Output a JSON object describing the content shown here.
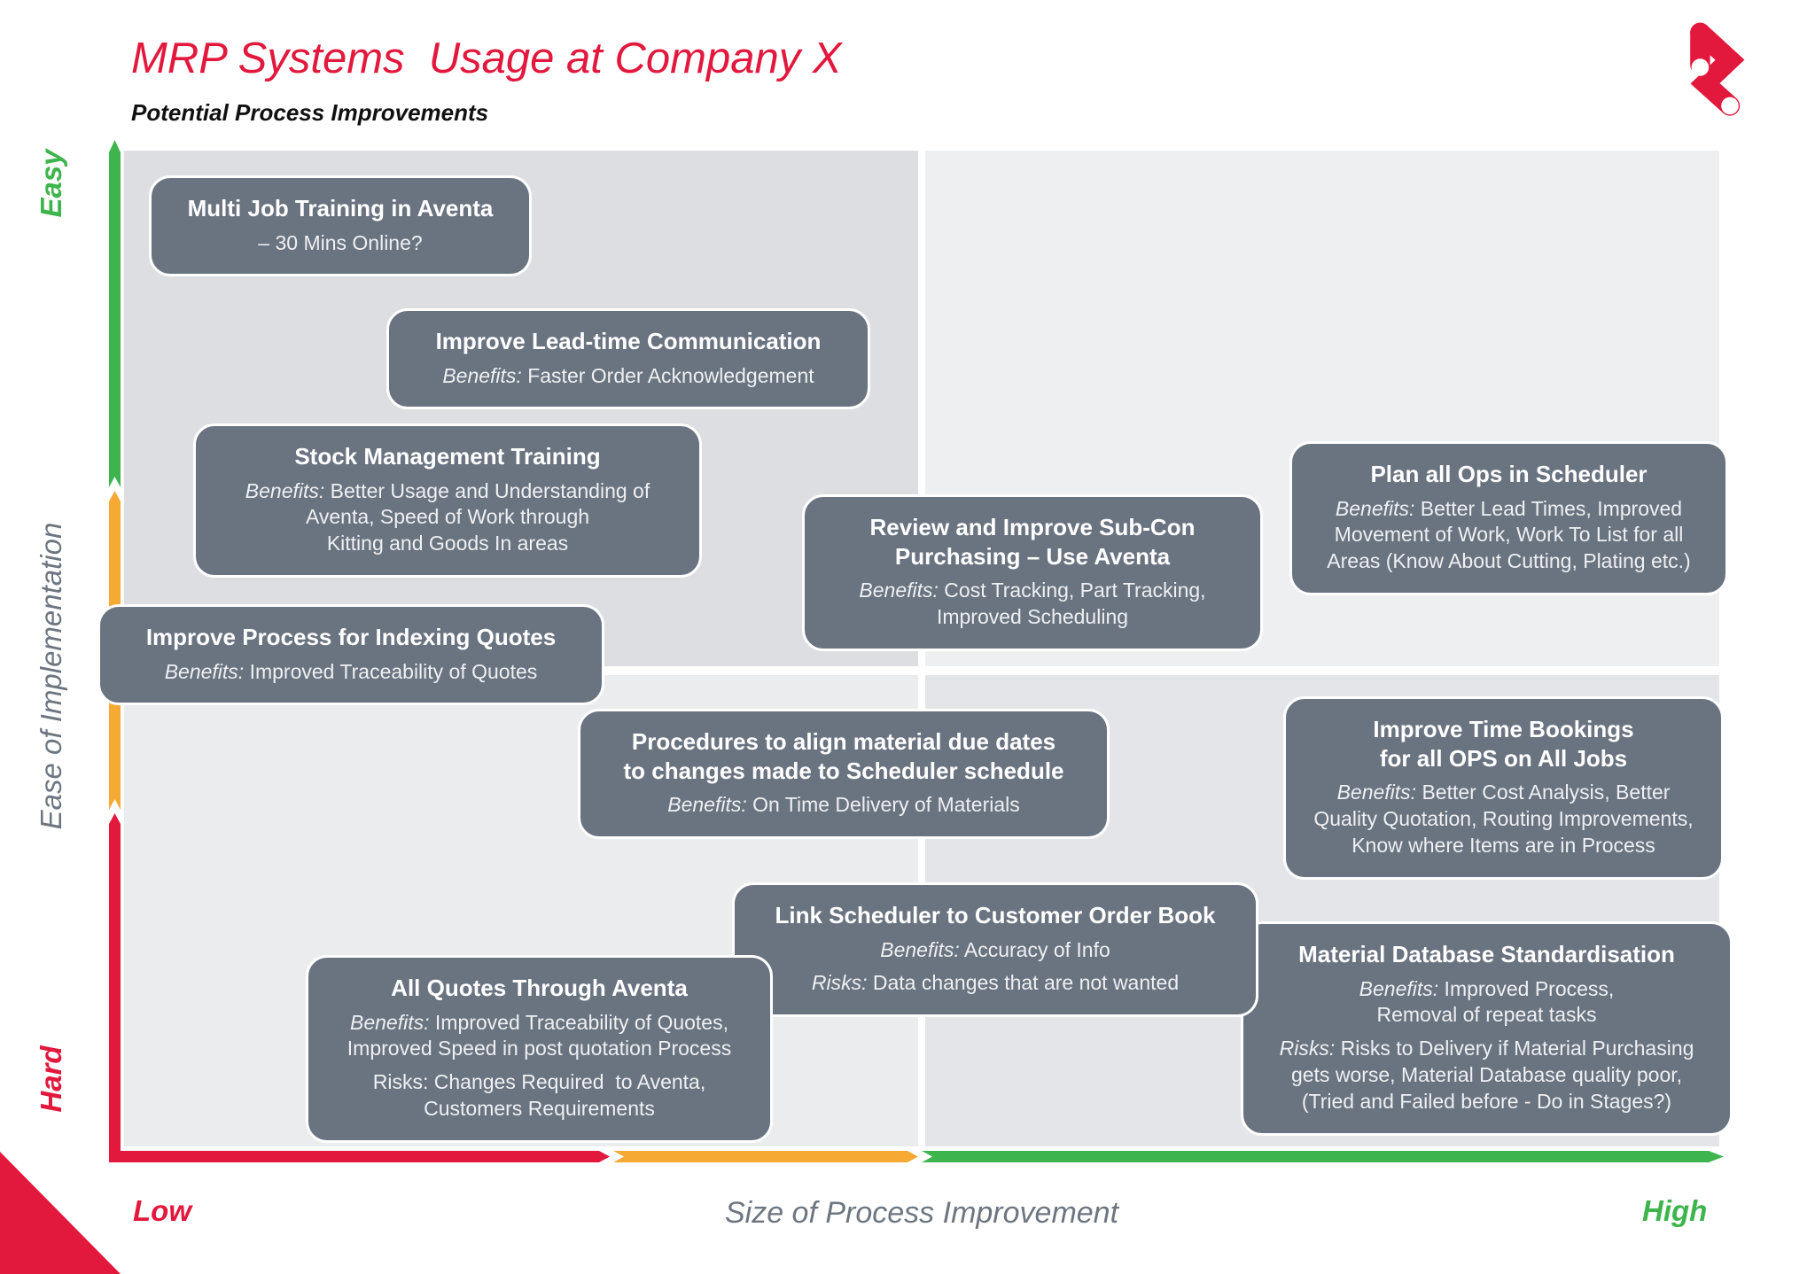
{
  "header": {
    "title": "MRP Systems  Usage at Company X",
    "subtitle": "Potential Process Improvements"
  },
  "colors": {
    "red": "#e2183d",
    "orange": "#f6a933",
    "green": "#3db54c",
    "node_fill": "#6a7380",
    "node_text": "#eef0f2",
    "axis_label_gray": "#6d7680",
    "quadrant_top_left": "#dcdee1",
    "quadrant_top_right": "#edeff1",
    "quadrant_bottom_left": "#eaeced",
    "quadrant_bottom_right": "#e3e5e8"
  },
  "y_axis": {
    "label": "Ease of Implementation",
    "top_label": "Easy",
    "bottom_label": "Hard"
  },
  "x_axis": {
    "label": "Size of Process Improvement",
    "left_label": "Low",
    "right_label": "High"
  },
  "nodes": [
    {
      "id": "multi-job-training",
      "title": "Multi Job Training in Aventa",
      "sections": [
        {
          "label": "",
          "italic_label": false,
          "text": "– 30 Mins Online?"
        }
      ]
    },
    {
      "id": "improve-lead-time",
      "title": "Improve Lead-time Communication",
      "sections": [
        {
          "label": "Benefits:",
          "italic_label": true,
          "text": "Faster Order Acknowledgement"
        }
      ]
    },
    {
      "id": "stock-management",
      "title": "Stock Management Training",
      "sections": [
        {
          "label": "Benefits:",
          "italic_label": true,
          "text": "Better Usage and Understanding of\nAventa, Speed of Work through\nKitting and Goods In areas"
        }
      ]
    },
    {
      "id": "sub-con-purchasing",
      "title": "Review and Improve Sub-Con\nPurchasing – Use Aventa",
      "sections": [
        {
          "label": "Benefits:",
          "italic_label": true,
          "text": "Cost Tracking, Part Tracking,\nImproved Scheduling"
        }
      ]
    },
    {
      "id": "plan-all-ops",
      "title": "Plan all Ops in Scheduler",
      "sections": [
        {
          "label": "Benefits:",
          "italic_label": true,
          "text": "Better Lead Times, Improved\nMovement of Work, Work To List for all\nAreas (Know About Cutting, Plating etc.)"
        }
      ]
    },
    {
      "id": "procedures-align",
      "title": "Procedures to align material due dates\nto changes made to Scheduler schedule",
      "sections": [
        {
          "label": "Benefits:",
          "italic_label": true,
          "text": "On Time Delivery of Materials"
        }
      ]
    },
    {
      "id": "indexing-quotes",
      "title": "Improve Process for Indexing Quotes",
      "sections": [
        {
          "label": "Benefits:",
          "italic_label": true,
          "text": "Improved Traceability of Quotes"
        }
      ]
    },
    {
      "id": "time-bookings",
      "title": "Improve Time Bookings\nfor all OPS on All Jobs",
      "sections": [
        {
          "label": "Benefits:",
          "italic_label": true,
          "text": "Better Cost Analysis, Better\nQuality Quotation, Routing Improvements,\nKnow where Items are in Process"
        }
      ]
    },
    {
      "id": "material-database",
      "title": "Material Database Standardisation",
      "sections": [
        {
          "label": "Benefits:",
          "italic_label": true,
          "text": "Improved Process,\nRemoval of repeat tasks"
        },
        {
          "label": "Risks:",
          "italic_label": true,
          "text": "Risks to Delivery if Material Purchasing\ngets worse, Material Database quality poor,\n(Tried and Failed before - Do in Stages?)"
        }
      ]
    },
    {
      "id": "link-scheduler",
      "title": "Link Scheduler to Customer Order Book",
      "sections": [
        {
          "label": "Benefits:",
          "italic_label": true,
          "text": "Accuracy of Info"
        },
        {
          "label": "Risks:",
          "italic_label": true,
          "text": "Data changes that are not wanted"
        }
      ]
    },
    {
      "id": "all-quotes",
      "title": "All Quotes Through Aventa",
      "sections": [
        {
          "label": "Benefits:",
          "italic_label": true,
          "text": "Improved Traceability of Quotes,\nImproved Speed in post quotation Process"
        },
        {
          "label": "Risks:",
          "italic_label": false,
          "text": "Changes Required  to Aventa,\nCustomers Requirements"
        }
      ]
    }
  ]
}
